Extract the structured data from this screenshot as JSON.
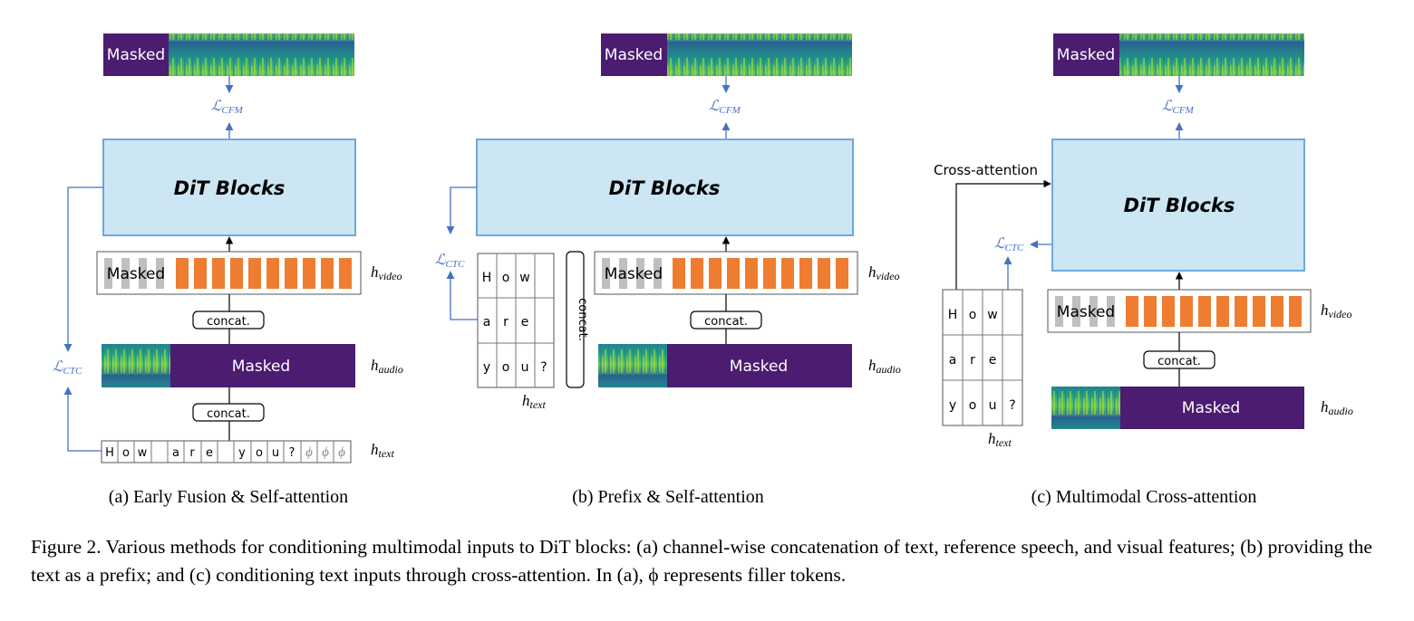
{
  "colors": {
    "dit_fill": "#cce6f4",
    "dit_border": "#6fa8dc",
    "masked_purple": "#4b1c70",
    "video_orange": "#ee7d31",
    "video_gray": "#bfbfbf",
    "loss_blue": "#4472c4"
  },
  "labels": {
    "masked": "Masked",
    "dit_blocks": "DiT Blocks",
    "concat": "concat.",
    "cross_attention": "Cross-attention",
    "l_cfm": "ℒ",
    "l_cfm_sub": "CFM",
    "l_ctc": "ℒ",
    "l_ctc_sub": "CTC",
    "h": "h",
    "h_video_sub": "video",
    "h_audio_sub": "audio",
    "h_text_sub": "text"
  },
  "panel_a": {
    "text_tokens": [
      "H",
      "o",
      "w",
      "",
      "a",
      "r",
      "e",
      "",
      "y",
      "o",
      "u",
      "?",
      "ϕ",
      "ϕ",
      "ϕ"
    ],
    "caption": "(a) Early Fusion & Self-attention"
  },
  "panel_b": {
    "text_grid": [
      [
        "H",
        "o",
        "w",
        ""
      ],
      [
        "a",
        "r",
        "e",
        ""
      ],
      [
        "y",
        "o",
        "u",
        "?"
      ]
    ],
    "caption": "(b) Prefix & Self-attention"
  },
  "panel_c": {
    "text_grid": [
      [
        "H",
        "o",
        "w",
        ""
      ],
      [
        "a",
        "r",
        "e",
        ""
      ],
      [
        "y",
        "o",
        "u",
        "?"
      ]
    ],
    "caption": "(c) Multimodal Cross-attention"
  },
  "figure_caption": "Figure 2. Various methods for conditioning multimodal inputs to DiT blocks: (a) channel-wise concatenation of text, reference speech, and visual features; (b) providing the text as a prefix; and (c) conditioning text inputs through cross-attention. In (a), ϕ represents filler tokens."
}
